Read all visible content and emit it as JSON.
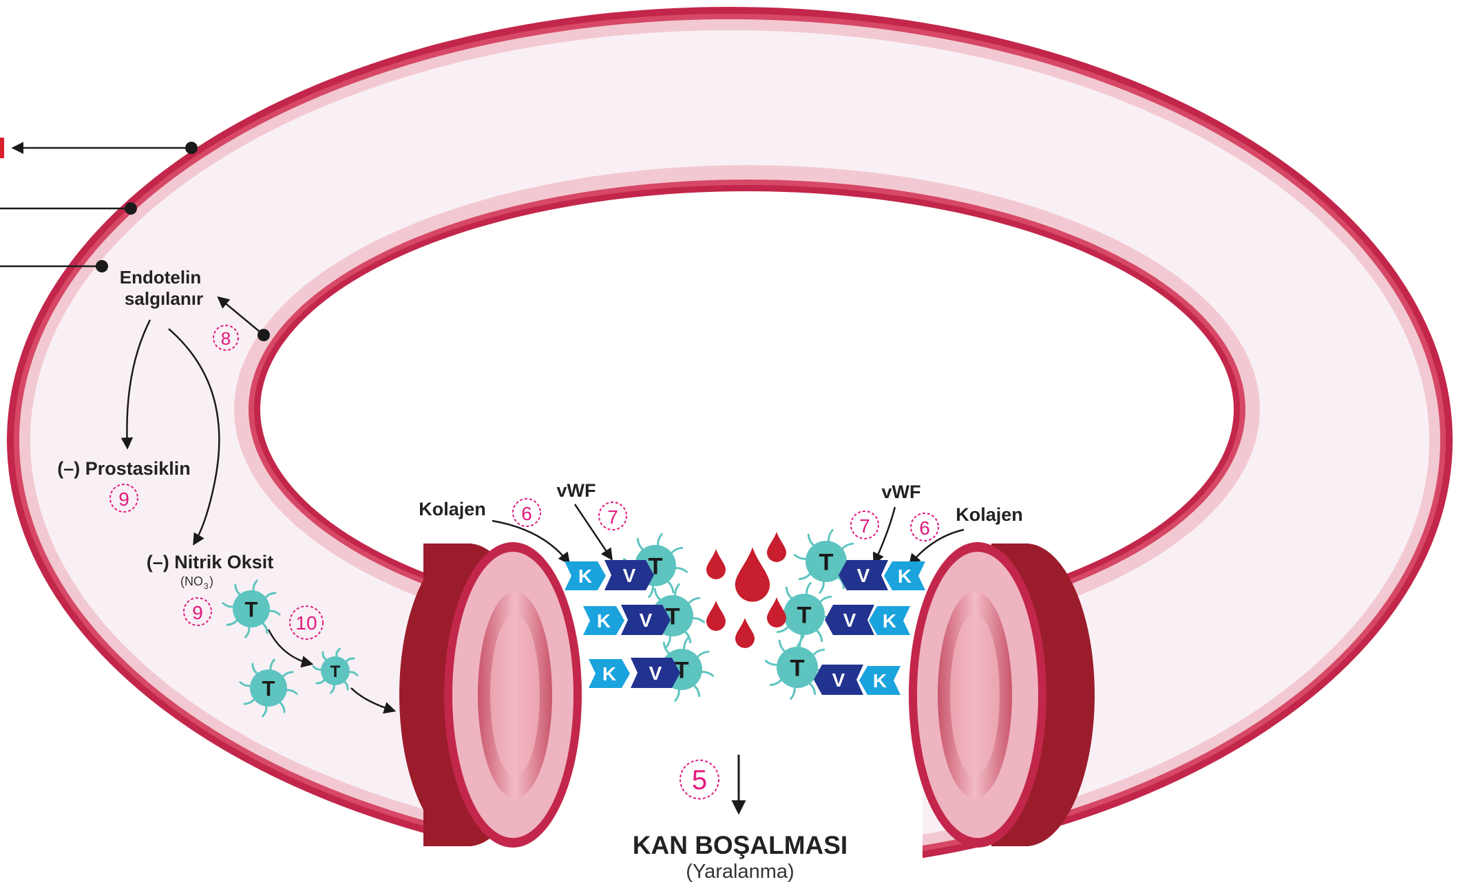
{
  "colors": {
    "vessel_dark": "#c2264a",
    "vessel_mid": "#d64866",
    "vessel_light": "#f2c9d2",
    "lumen_fill": "#f9f0f5",
    "cut_dark": "#9b1c2b",
    "cut_ring": "#eeb4c0",
    "cut_inner": "#d87688",
    "collagen": "#1aa3dd",
    "vwf": "#22338f",
    "platelet": "#5ec4bf",
    "blood": "#c81e2d",
    "marker": "#e0197d",
    "arrow": "#1a1a1a"
  },
  "labels": {
    "endotelin_line1": "Endotelin",
    "endotelin_line2": "salgılanır",
    "prostasiklin": "(–) Prostasiklin",
    "nitrik_oksit": "(–) Nitrik Oksit",
    "no3_base": "(NO",
    "no3_sub": "3",
    "no3_close": ")",
    "kolajen_left": "Kolajen",
    "kolajen_right": "Kolajen",
    "vwf_left": "vWF",
    "vwf_right": "vWF",
    "kan_bosalmasi": "KAN BOŞALMASI",
    "yaralanma": "(Yaralanma)"
  },
  "markers": {
    "m8": "8",
    "m9_prostasiklin": "9",
    "m9_nitrik": "9",
    "m10": "10",
    "m6_left": "6",
    "m7_left": "7",
    "m7_right": "7",
    "m6_right": "6",
    "m5": "5"
  },
  "cells": {
    "collagen_letter": "K",
    "vwf_letter": "V",
    "platelet_letter": "T"
  }
}
